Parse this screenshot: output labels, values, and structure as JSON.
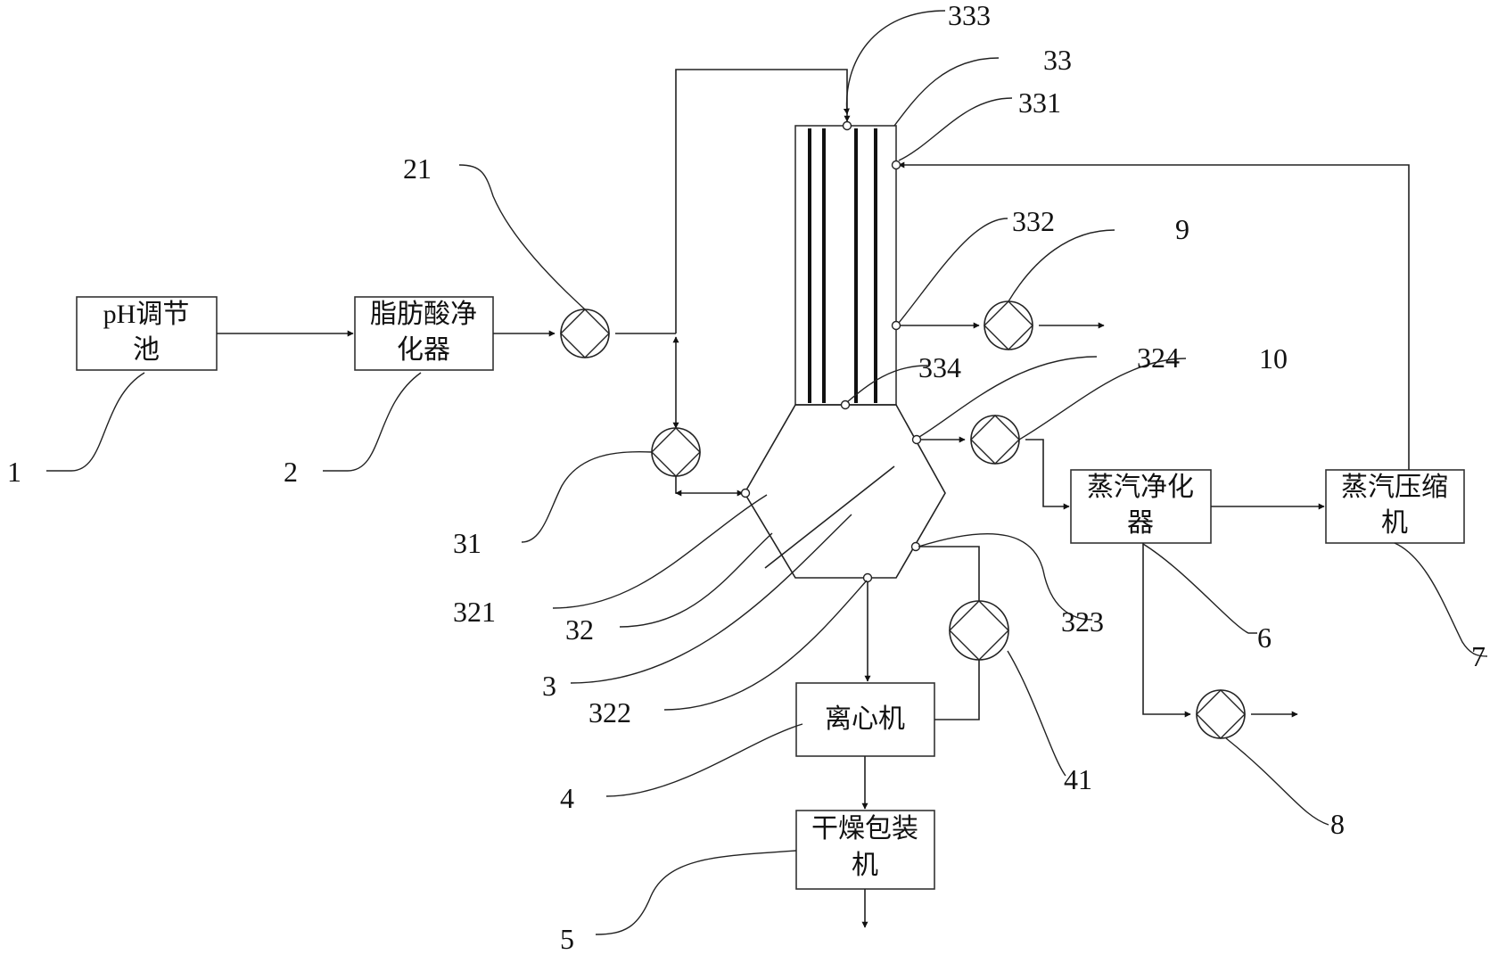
{
  "equipment": {
    "ph_tank": [
      "pH调节",
      "池"
    ],
    "fatty_acid_purifier": [
      "脂肪酸净",
      "化器"
    ],
    "steam_purifier": [
      "蒸汽净化",
      "器"
    ],
    "steam_compressor": [
      "蒸汽压缩",
      "机"
    ],
    "centrifuge": [
      "离心机"
    ],
    "dryer_packer": [
      "干燥包装",
      "机"
    ]
  },
  "ref_numbers": {
    "n1": "1",
    "n2": "2",
    "n3": "3",
    "n4": "4",
    "n5": "5",
    "n6": "6",
    "n7": "7",
    "n8": "8",
    "n9": "9",
    "n10": "10",
    "n21": "21",
    "n31": "31",
    "n32": "32",
    "n33": "33",
    "n41": "41",
    "n321": "321",
    "n322": "322",
    "n323": "323",
    "n324": "324",
    "n331": "331",
    "n332": "332",
    "n333": "333",
    "n334": "334"
  }
}
